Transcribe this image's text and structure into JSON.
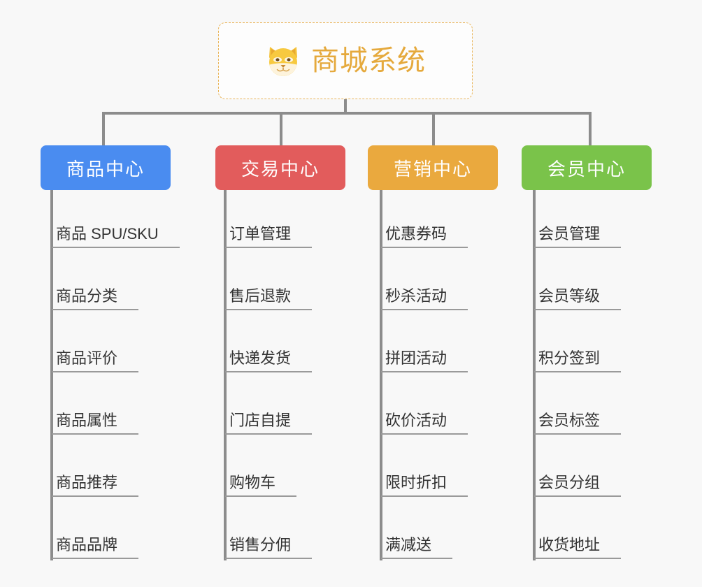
{
  "diagram": {
    "background_color": "#f8f8f8",
    "connector_color": "#8c8c8c",
    "rule_color": "#9a9a9a",
    "leaf_text_color": "#333333"
  },
  "root": {
    "title": "商城系统",
    "icon": "shiba-dog-face-icon",
    "text_color": "#e5a93c",
    "border_color": "#e9b55a",
    "fill_color": "#fdfdfd"
  },
  "columns": [
    {
      "header": "商品中心",
      "color": "#4a8cf0",
      "items": [
        "商品 SPU/SKU",
        "商品分类",
        "商品评价",
        "商品属性",
        "商品推荐",
        "商品品牌"
      ]
    },
    {
      "header": "交易中心",
      "color": "#e25c5c",
      "items": [
        "订单管理",
        "售后退款",
        "快递发货",
        "门店自提",
        "购物车",
        "销售分佣"
      ]
    },
    {
      "header": "营销中心",
      "color": "#eaa93e",
      "items": [
        "优惠券码",
        "秒杀活动",
        "拼团活动",
        "砍价活动",
        "限时折扣",
        "满减送"
      ]
    },
    {
      "header": "会员中心",
      "color": "#7ac34a",
      "items": [
        "会员管理",
        "会员等级",
        "积分签到",
        "会员标签",
        "会员分组",
        "收货地址"
      ]
    }
  ]
}
